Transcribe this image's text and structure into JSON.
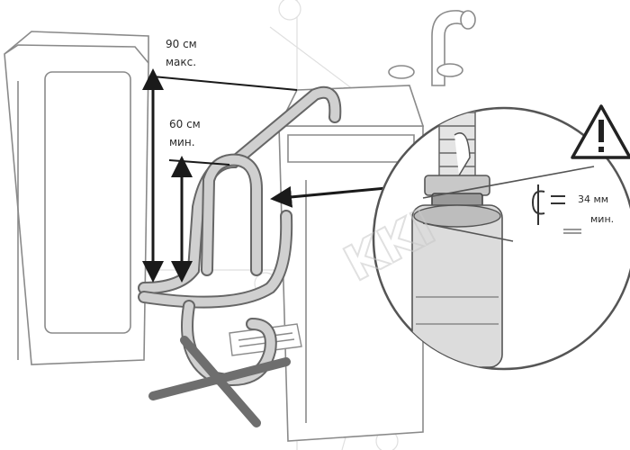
{
  "labels": {
    "max_height": "90 см",
    "max_suffix": "макс.",
    "min_height": "60 см",
    "min_suffix": "мин.",
    "clearance": "34 мм",
    "clearance_suffix": "мин."
  },
  "watermark": "KKI",
  "colors": {
    "line": "#555555",
    "hose_fill": "#d0d0d0",
    "arrow": "#1a1a1a",
    "cross": "#6e6e6e",
    "text": "#2a2a2a"
  },
  "icons": {
    "warning": "warning-triangle-icon",
    "centerline": "centerline-symbol-icon",
    "forbidden": "cross-mark-icon"
  }
}
